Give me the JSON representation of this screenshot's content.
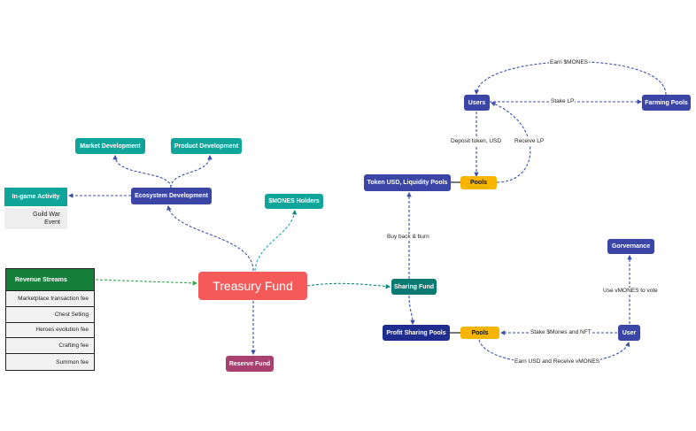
{
  "nodes": {
    "treasury": {
      "label": "Treasury Fund",
      "color": "#f55a5a"
    },
    "ecosystem": {
      "label": "Ecosystem Development",
      "color": "#3a45a6"
    },
    "market": {
      "label": "Market Development",
      "color": "#10a59a"
    },
    "product": {
      "label": "Product Development",
      "color": "#10a59a"
    },
    "ingame": {
      "label": "In-game Activity",
      "color": "#10a59a"
    },
    "mones_holders": {
      "label": "$MONES Holders",
      "color": "#10a59a"
    },
    "reserve": {
      "label": "Reserve Fund",
      "color": "#a8416f"
    },
    "sharing": {
      "label": "Sharing Fund",
      "color": "#0b7a72"
    },
    "token_pools": {
      "label": "Token USD, Liquidity Pools",
      "color": "#3a45a6"
    },
    "pools_top": {
      "label": "Pools",
      "color": "#f7b500"
    },
    "users": {
      "label": "Users",
      "color": "#3a45a6"
    },
    "farming": {
      "label": "Farming Pools",
      "color": "#3a45a6"
    },
    "profit_pools": {
      "label": "Profit Sharing Pools",
      "color": "#1f2d8f"
    },
    "pools_bottom": {
      "label": "Pools",
      "color": "#f7b500"
    },
    "user": {
      "label": "User",
      "color": "#3a45a6"
    },
    "governance": {
      "label": "Gorvernance",
      "color": "#3a45a6"
    }
  },
  "ingame_sub": {
    "line1": "Guild War",
    "line2": "Event"
  },
  "revenue": {
    "title": "Revenue Streams",
    "header_color": "#15803a",
    "rows": [
      "Marketplace transaction fee",
      "Chest Selling",
      "Heroes evolution fee",
      "Crafting fee",
      "Summon fee"
    ]
  },
  "edge_labels": {
    "earn_mones": "Earn $MONES",
    "stake_lp": "Stake LP",
    "deposit": "Deposit token, USD",
    "receive_lp": "Receive LP",
    "buy_back": "Buy back & burn",
    "use_vmones": "Use vMONES to vote",
    "stake_mones_nft": "Stake $Mones and NFT",
    "earn_usd": "Earn USD and Receive vMONES"
  },
  "colors": {
    "edge_blue": "#3d4fa8",
    "edge_green": "#2fae4a",
    "edge_teal": "#29a3b3"
  }
}
